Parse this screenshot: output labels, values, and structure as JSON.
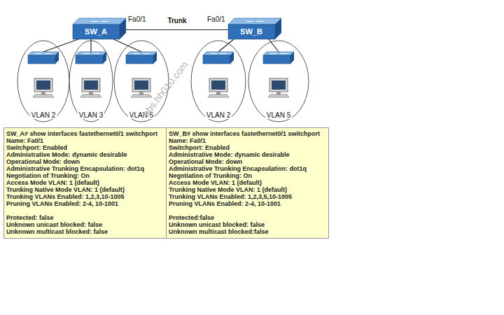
{
  "diagram": {
    "nodes": [
      {
        "text": [
          "SW_A"
        ]
      },
      {
        "text": [
          "SW_B"
        ]
      },
      {
        "text": [
          "VLAN 2"
        ]
      },
      {
        "text": [
          "VLAN 3"
        ]
      },
      {
        "text": [
          "VLAN 5"
        ]
      },
      {
        "text": [
          "VLAN 2"
        ]
      },
      {
        "text": [
          "VLAN 5"
        ]
      },
      {
        "text": [
          "SW_A# show interfaces fastethernet0/1 switchport",
          "Name: Fa0/1",
          "Switchport: Enabled",
          "Administrative Mode: dynamic desirable",
          "Operational Mode: down",
          "Administrative Trunking Encapsulation: dot1q",
          "Negotiation of Trunking: On",
          "Access Mode VLAN: 1 (default)",
          "Trunking Native Mode VLAN: 1 (default)",
          "Trunking VLANs Enabled: 1,2,3,10-1005",
          "Pruning VLANs Enabled: 2-4, 10-1001",
          "Protected: false",
          "Unknown unicast blocked: false",
          "Unknown multicast blocked: false"
        ]
      },
      {
        "text": [
          "SW_B# show interfaces fastethernet0/1 switchport",
          "Name: Fa0/1",
          "Switchport: Enabled",
          "Administrative Mode: dynamic desirable",
          "Operational Mode: down",
          "Administrative Trunking Encapsulation: dot1q",
          "Negotiation of Trunking: On",
          "Access Mode VLAN: 1 (default)",
          "Trunking Native Mode VLAN: 1 (default)",
          "Trunking VLANs Enabled: 1,2,3,5,10-1005",
          "Pruning VLANs Enabled: 2-4, 10-1001",
          "Protected:false",
          "Unknown unicast blocked: false",
          "Unknown multicast blocked:false"
        ]
      }
    ],
    "edges": [
      {
        "from": 0,
        "to": 1,
        "label": "Trunk",
        "arrow": "none"
      },
      {
        "from": 0,
        "to": 2,
        "arrow": "none"
      },
      {
        "from": 0,
        "to": 3,
        "arrow": "none"
      },
      {
        "from": 0,
        "to": 4,
        "arrow": "none"
      },
      {
        "from": 1,
        "to": 5,
        "arrow": "none"
      },
      {
        "from": 1,
        "to": 6,
        "arrow": "none"
      }
    ],
    "labels": [
      "Fa0/1",
      "Fa0/1",
      "bbs.hh010.com"
    ]
  }
}
